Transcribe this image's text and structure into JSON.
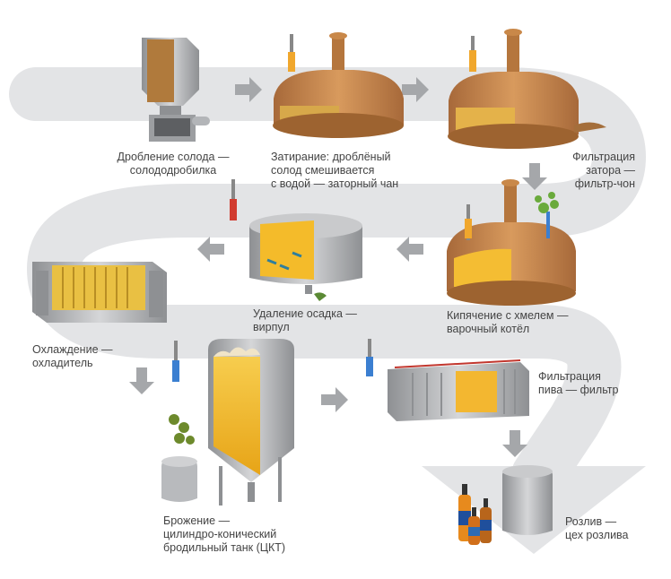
{
  "steps": [
    {
      "id": "milling",
      "lines": [
        "Дробление солода —",
        "солододробилка"
      ]
    },
    {
      "id": "mashing",
      "lines": [
        "Затирание: дроблёный",
        "солод смешивается",
        "с водой — заторный чан"
      ]
    },
    {
      "id": "lautering",
      "lines": [
        "Фильтрация",
        "затора —",
        "фильтр-чон"
      ]
    },
    {
      "id": "boiling",
      "lines": [
        "Кипячение с хмелем —",
        "варочный котёл"
      ]
    },
    {
      "id": "whirlpool",
      "lines": [
        "Удаление осадка —",
        "вирпул"
      ]
    },
    {
      "id": "cooling",
      "lines": [
        "Охлаждение —",
        "охладитель"
      ]
    },
    {
      "id": "fermentation",
      "lines": [
        "Брожение —",
        "цилиндро-конический",
        "бродильный танк (ЦКТ)"
      ]
    },
    {
      "id": "filtration",
      "lines": [
        "Фильтрация",
        "пива — фильтр"
      ]
    },
    {
      "id": "bottling",
      "lines": [
        "Розлив —",
        "цех розлива"
      ]
    }
  ],
  "colors": {
    "path": "#e1e2e4",
    "arrow": "#8f9194",
    "copper": "#c9874a",
    "copper_dark": "#9d6330",
    "wort": "#f3b82c",
    "steel": "#a8aaad",
    "steel_dark": "#6d6f72",
    "thermo_red": "#d13b2f",
    "thermo_blue": "#3b7fd1"
  }
}
